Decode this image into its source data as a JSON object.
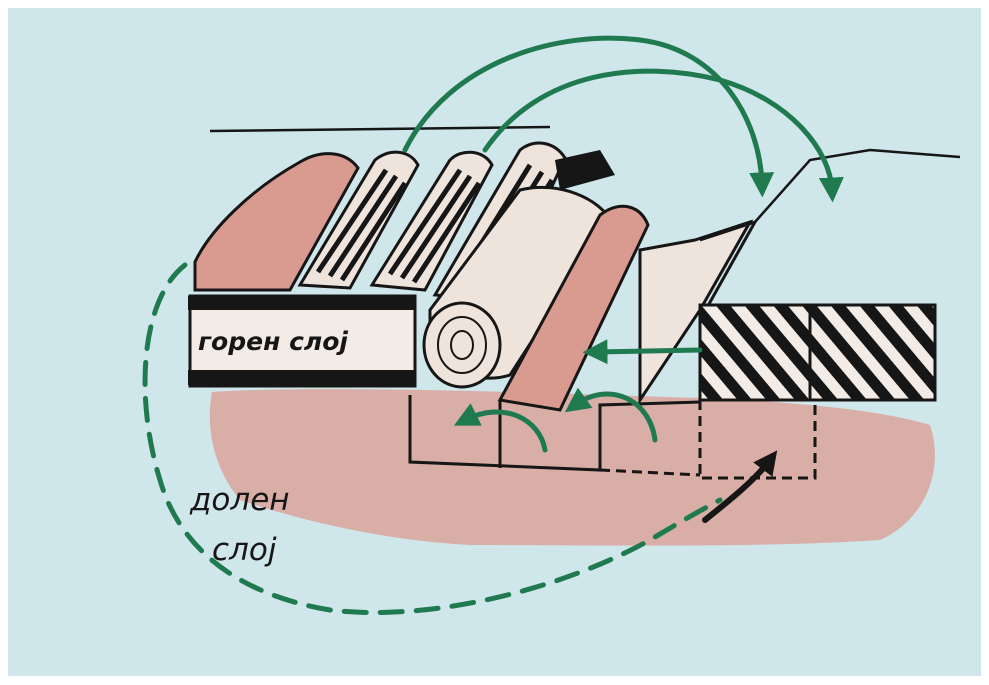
{
  "labels": {
    "upper_layer": "горен слој",
    "lower_layer_line1": "долен",
    "lower_layer_line2": "слој"
  },
  "colors": {
    "paper": "#cfe6ea",
    "soil_pink": "#dba39b",
    "ink": "#161616",
    "arrow_green": "#1f7a50"
  }
}
